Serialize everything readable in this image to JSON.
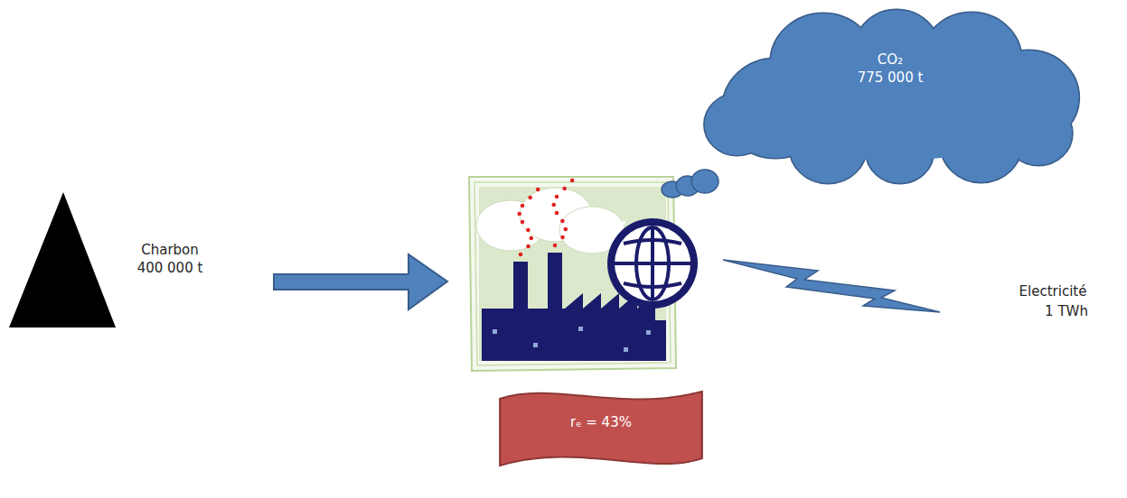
{
  "diagram": {
    "nodes": [
      {
        "text": [
          "CO₂",
          "775 000 t"
        ]
      },
      {
        "text": [
          "rₑ = 43%"
        ]
      }
    ],
    "labels": [
      "Charbon",
      "400 000 t",
      "Electricité",
      "1 TWh"
    ]
  }
}
